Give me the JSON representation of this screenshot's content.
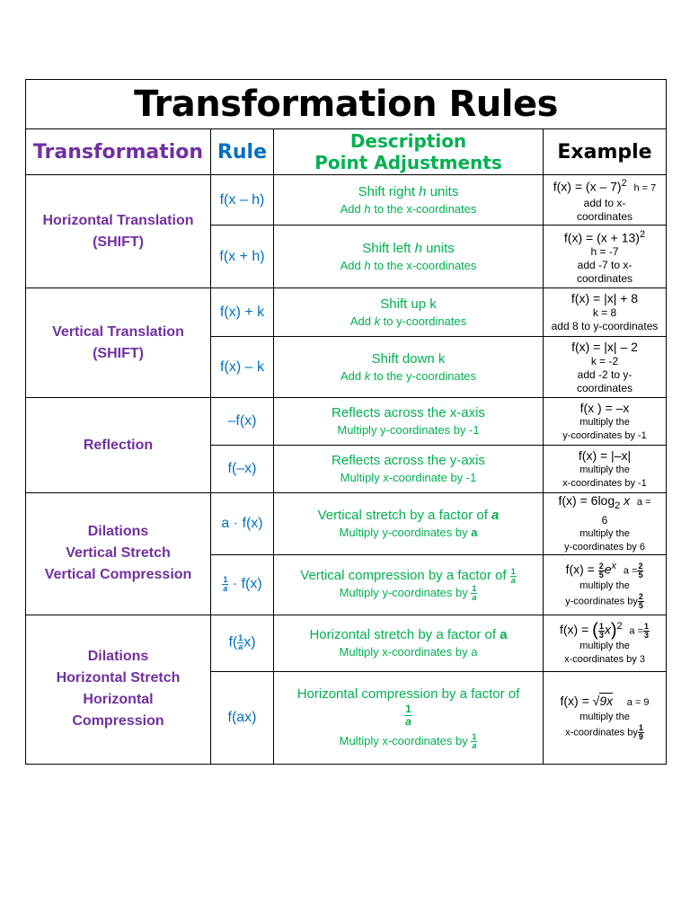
{
  "title": "Transformation Rules",
  "headers": {
    "transformation": "Transformation",
    "rule": "Rule",
    "description_line1": "Description",
    "description_line2": "Point Adjustments",
    "example": "Example"
  },
  "groups": {
    "horizontal_translation": {
      "line1": "Horizontal Translation",
      "line2": "(SHIFT)"
    },
    "vertical_translation": {
      "line1": "Vertical Translation",
      "line2": "(SHIFT)"
    },
    "reflection": {
      "line1": "Reflection"
    },
    "dilations_vertical": {
      "line1": "Dilations",
      "line2": "Vertical Stretch",
      "line3": "Vertical Compression"
    },
    "dilations_horizontal": {
      "line1": "Dilations",
      "line2": "Horizontal Stretch",
      "line3": "Horizontal",
      "line4": "Compression"
    }
  },
  "rows": [
    {
      "rule": "f(x – h)",
      "desc_pre": "Shift right ",
      "desc_var": "h",
      "desc_post": " units",
      "sub_pre": "Add ",
      "sub_var": "h",
      "sub_post": " to the x-coordinates",
      "ex_main": "f(x) = (x – 7)",
      "ex_sup": "2",
      "ex_param": "h = 7",
      "ex_note1": "add to x-",
      "ex_note2": "coordinates"
    },
    {
      "rule": "f(x + h)",
      "desc_pre": "Shift left ",
      "desc_var": "h",
      "desc_post": " units",
      "sub_pre": "Add ",
      "sub_var": "h",
      "sub_post": " to the x-coordinates",
      "ex_main": "f(x) = (x + 13)",
      "ex_sup": "2",
      "ex_param": "h = -7",
      "ex_note1": "add -7 to x-",
      "ex_note2": "coordinates"
    },
    {
      "rule": "f(x) + k",
      "desc": "Shift up k",
      "sub_pre": "Add ",
      "sub_var": "k",
      "sub_post": " to y-coordinates",
      "ex_main": "f(x) = |x| + 8",
      "ex_param": "k = 8",
      "ex_note1": "add 8 to y-coordinates"
    },
    {
      "rule": "f(x) – k",
      "desc": "Shift down k",
      "sub_pre": "Add ",
      "sub_var": "k",
      "sub_post": " to the y-coordinates",
      "ex_main": "f(x) = |x| – 2",
      "ex_param": "k = -2",
      "ex_note1": "add -2 to y-",
      "ex_note2": "coordinates"
    },
    {
      "rule": "–f(x)",
      "desc": "Reflects across the x-axis",
      "sub": "Multiply y-coordinates by -1",
      "ex_main": "f(x ) = –x",
      "ex_note1": "multiply the",
      "ex_note2": "y-coordinates by -1"
    },
    {
      "rule": "f(–x)",
      "desc": "Reflects across the y-axis",
      "sub": "Multiply x-coordinate by -1",
      "ex_main": "f(x) = |–x|",
      "ex_note1": "multiply the",
      "ex_note2": "x-coordinates by -1"
    },
    {
      "rule": "a · f(x)",
      "desc_pre": "Vertical stretch by a factor of ",
      "desc_var": "a",
      "sub_pre": "Multiply y-coordinates by ",
      "sub_var": "a",
      "ex_main": "f(x) = 6log",
      "ex_sub": "2",
      "ex_var": "x",
      "ex_param": "a =",
      "ex_param2": "6",
      "ex_note1": "multiply the",
      "ex_note2": "y-coordinates by 6"
    },
    {
      "rule_frac_num": "1",
      "rule_frac_den": "a",
      "rule_post": " · f(x)",
      "desc_pre": "Vertical compression by a factor of ",
      "desc_frac_num": "1",
      "desc_frac_den": "a",
      "sub_pre": "Multiply y-coordinates by ",
      "sub_frac_num": "1",
      "sub_frac_den": "a",
      "ex_main_pre": "f(x) = ",
      "ex_frac_num": "2",
      "ex_frac_den": "5",
      "ex_var": "e",
      "ex_sup": "x",
      "ex_param": "a =",
      "ex_param_num": "2",
      "ex_param_den": "5",
      "ex_note1": "multiply the",
      "ex_note2": "y-coordinates by",
      "ex_note2_num": "2",
      "ex_note2_den": "5"
    },
    {
      "rule_pre": "f(",
      "rule_frac_num": "1",
      "rule_frac_den": "a",
      "rule_post": "x)",
      "desc_pre": "Horizontal stretch by a factor of ",
      "desc_var": "a",
      "sub": "Multiply x-coordinates by a",
      "ex_main_pre": "f(x) = ",
      "ex_frac_num": "1",
      "ex_frac_den": "3",
      "ex_var": "x",
      "ex_sup": "2",
      "ex_param": "a =",
      "ex_param_num": "1",
      "ex_param_den": "3",
      "ex_note1": "multiply the",
      "ex_note2": "x-coordinates by 3"
    },
    {
      "rule": "f(ax)",
      "desc": "Horizontal compression by a factor of",
      "desc_frac_num": "1",
      "desc_frac_den": "a",
      "sub_pre": "Multiply x-coordinates by ",
      "sub_frac_num": "1",
      "sub_frac_den": "a",
      "ex_main_pre": "f(x) = ",
      "ex_root": "9x",
      "ex_param": "a = 9",
      "ex_note1": "multiply the",
      "ex_note2": "x-coordinates by",
      "ex_note2_num": "1",
      "ex_note2_den": "9"
    }
  ]
}
